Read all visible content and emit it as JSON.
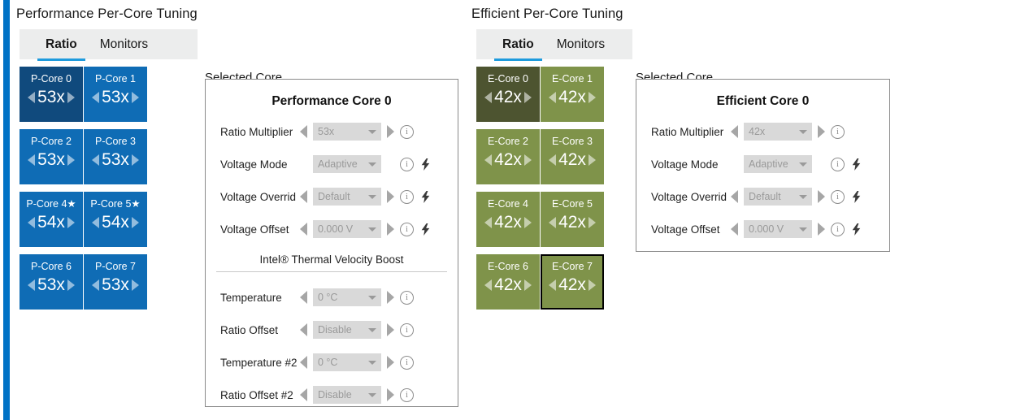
{
  "accent_color": "#0072c6",
  "tab_underline_color": "#1e9bdd",
  "pcore_color": "#0f6cb5",
  "pcore_selected_color": "#104a7d",
  "ecore_color": "#7f934a",
  "ecore_selected_color": "#4d5430",
  "icons": {
    "info": "info-circle-icon",
    "bolt": "lightning-bolt-icon",
    "spin_left": "spinner-left-arrow-icon",
    "spin_right": "spinner-right-arrow-icon",
    "caret": "chevron-down-icon",
    "info_glyph": "i",
    "star_glyph": "★"
  },
  "performance": {
    "title": "Performance Per-Core Tuning",
    "tabs": [
      {
        "label": "Ratio",
        "active": true
      },
      {
        "label": "Monitors",
        "active": false
      }
    ],
    "cores": [
      {
        "name": "P-Core 0",
        "value": "53x",
        "favored": false,
        "selected": true,
        "focused": false
      },
      {
        "name": "P-Core 1",
        "value": "53x",
        "favored": false,
        "selected": false,
        "focused": false
      },
      {
        "name": "P-Core 2",
        "value": "53x",
        "favored": false,
        "selected": false,
        "focused": false
      },
      {
        "name": "P-Core 3",
        "value": "53x",
        "favored": false,
        "selected": false,
        "focused": false
      },
      {
        "name": "P-Core 4",
        "value": "54x",
        "favored": true,
        "selected": false,
        "focused": false
      },
      {
        "name": "P-Core 5",
        "value": "54x",
        "favored": true,
        "selected": false,
        "focused": false
      },
      {
        "name": "P-Core 6",
        "value": "53x",
        "favored": false,
        "selected": false,
        "focused": false
      },
      {
        "name": "P-Core 7",
        "value": "53x",
        "favored": false,
        "selected": false,
        "focused": false
      }
    ],
    "selected_core": {
      "group_label": "Selected Core",
      "heading": "Performance Core 0",
      "rows": [
        {
          "label": "Ratio Multiplier",
          "value": "53x",
          "spinners": true,
          "info": true,
          "bolt": false
        },
        {
          "label": "Voltage Mode",
          "value": "Adaptive",
          "spinners": false,
          "info": true,
          "bolt": true
        },
        {
          "label": "Voltage Overrid",
          "value": "Default",
          "spinners": true,
          "info": true,
          "bolt": true
        },
        {
          "label": "Voltage Offset",
          "value": "0.000 V",
          "spinners": true,
          "info": true,
          "bolt": true
        }
      ],
      "tvb_caption": "Intel® Thermal Velocity Boost",
      "tvb_rows": [
        {
          "label": "Temperature",
          "value": "0 °C",
          "spinners": true,
          "info": true,
          "bolt": false
        },
        {
          "label": "Ratio Offset",
          "value": "Disable",
          "spinners": true,
          "info": true,
          "bolt": false
        },
        {
          "label": "Temperature #2",
          "value": "0 °C",
          "spinners": true,
          "info": true,
          "bolt": false
        },
        {
          "label": "Ratio Offset #2",
          "value": "Disable",
          "spinners": true,
          "info": true,
          "bolt": false
        }
      ]
    }
  },
  "efficient": {
    "title": "Efficient Per-Core Tuning",
    "tabs": [
      {
        "label": "Ratio",
        "active": true
      },
      {
        "label": "Monitors",
        "active": false
      }
    ],
    "cores": [
      {
        "name": "E-Core 0",
        "value": "42x",
        "favored": false,
        "selected": true,
        "focused": false
      },
      {
        "name": "E-Core 1",
        "value": "42x",
        "favored": false,
        "selected": false,
        "focused": false
      },
      {
        "name": "E-Core 2",
        "value": "42x",
        "favored": false,
        "selected": false,
        "focused": false
      },
      {
        "name": "E-Core 3",
        "value": "42x",
        "favored": false,
        "selected": false,
        "focused": false
      },
      {
        "name": "E-Core 4",
        "value": "42x",
        "favored": false,
        "selected": false,
        "focused": false
      },
      {
        "name": "E-Core 5",
        "value": "42x",
        "favored": false,
        "selected": false,
        "focused": false
      },
      {
        "name": "E-Core 6",
        "value": "42x",
        "favored": false,
        "selected": false,
        "focused": false
      },
      {
        "name": "E-Core 7",
        "value": "42x",
        "favored": false,
        "selected": false,
        "focused": true
      }
    ],
    "selected_core": {
      "group_label": "Selected Core",
      "heading": "Efficient Core 0",
      "rows": [
        {
          "label": "Ratio Multiplier",
          "value": "42x",
          "spinners": true,
          "info": true,
          "bolt": false
        },
        {
          "label": "Voltage Mode",
          "value": "Adaptive",
          "spinners": false,
          "info": true,
          "bolt": true
        },
        {
          "label": "Voltage Overrid",
          "value": "Default",
          "spinners": true,
          "info": true,
          "bolt": true
        },
        {
          "label": "Voltage Offset",
          "value": "0.000 V",
          "spinners": true,
          "info": true,
          "bolt": true
        }
      ],
      "tvb_caption": null,
      "tvb_rows": []
    }
  }
}
